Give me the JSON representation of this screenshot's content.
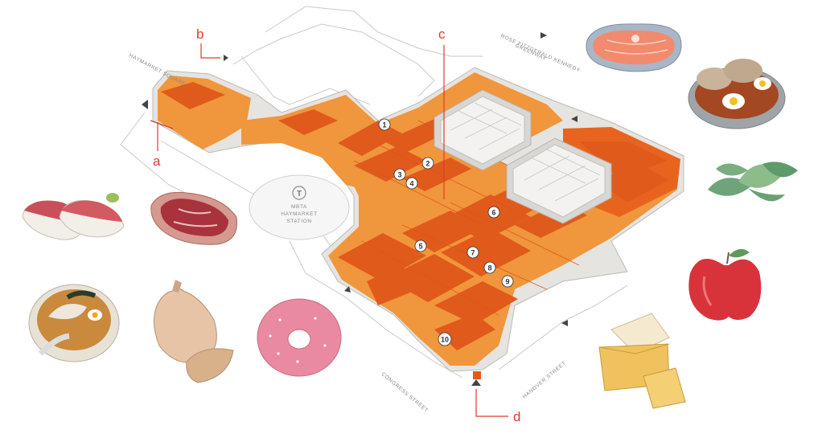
{
  "map": {
    "streets": {
      "haymarket_square": "HAYMARKET SQUARE",
      "greenway_line1": "ROSE FITZGERALD KENNEDY",
      "greenway_line2": "GREENWAY",
      "congress_street": "CONGRESS STREET",
      "hanover_street": "HANOVER STREET"
    },
    "station": {
      "logo_letter": "T",
      "line1": "MBTA",
      "line2": "HAYMARKET",
      "line3": "STATION"
    },
    "entrances": {
      "a": "a",
      "b": "b",
      "c": "c",
      "d": "d"
    },
    "stalls": [
      "1",
      "2",
      "3",
      "4",
      "5",
      "6",
      "7",
      "8",
      "9",
      "10"
    ],
    "colors": {
      "floor_light": "#f0963c",
      "floor_dark": "#e8641e",
      "stall_block": "#e05a1c",
      "wall": "#e6e4e0",
      "accent_red": "#d8402a"
    },
    "illustrations": [
      "salmon-steak-icon",
      "shakshuka-icon",
      "basil-icon",
      "apple-icon",
      "cheese-icon",
      "donut-icon",
      "ham-icon",
      "ramen-icon",
      "nigiri-icon",
      "ribeye-icon"
    ]
  }
}
